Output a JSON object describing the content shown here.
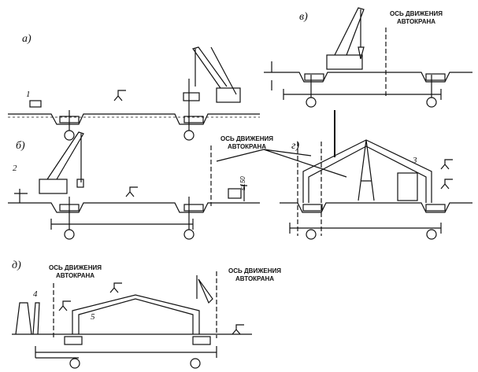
{
  "panels": {
    "a": {
      "label": "а)",
      "marker": "1"
    },
    "b": {
      "label": "б)",
      "marker": "2",
      "clearance": "≤150"
    },
    "v": {
      "label": "в)",
      "axis_line1": "ОСЬ ДВИЖЕНИЯ",
      "axis_line2": "АВТОКРАНА"
    },
    "g": {
      "label": "г)",
      "marker": "3",
      "axis_line1": "ОСЬ ДВИЖЕНИЯ",
      "axis_line2": "АВТОКРАНА"
    },
    "d": {
      "label": "д)",
      "marker_4": "4",
      "marker_5": "5",
      "axis_left_line1": "ОСЬ ДВИЖЕНИЯ",
      "axis_left_line2": "АВТОКРАНА",
      "axis_right_line1": "ОСЬ ДВИЖЕНИЯ",
      "axis_right_line2": "АВТОКРАНА"
    }
  }
}
